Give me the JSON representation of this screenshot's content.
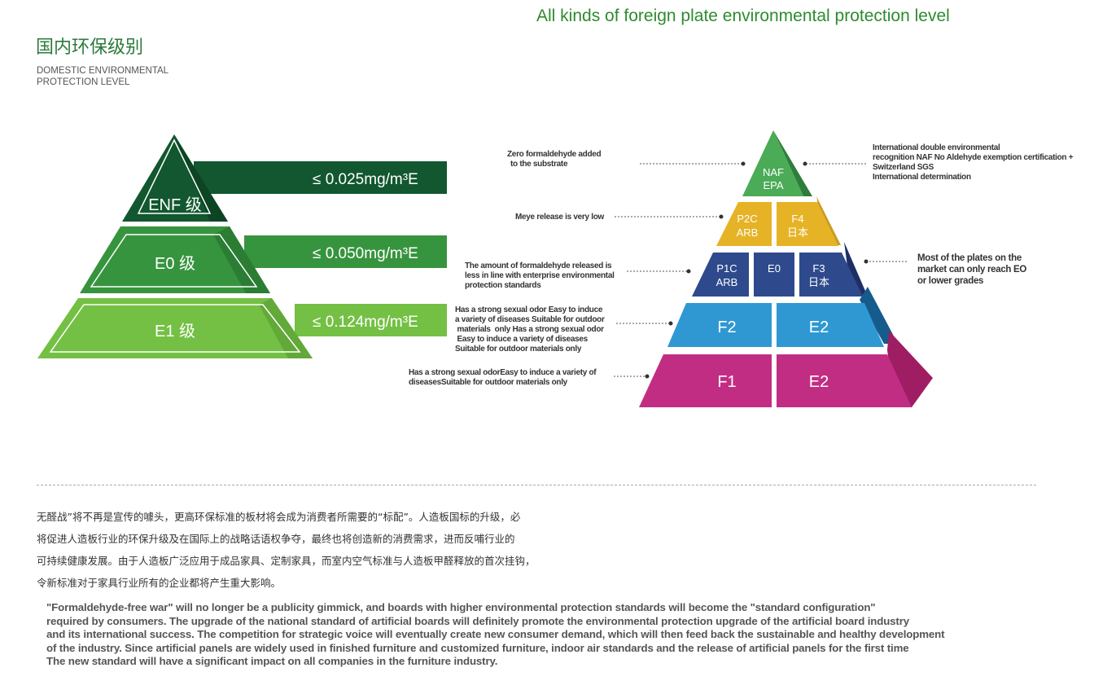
{
  "header": {
    "title": "All kinds of foreign plate environmental protection level"
  },
  "domestic": {
    "title_cn": "国内环保级别",
    "title_en_line1": "DOMESTIC ENVIRONMENTAL",
    "title_en_line2": "PROTECTION LEVEL",
    "levels": [
      {
        "label": "ENF 级",
        "limit": "≤ 0.025mg/m³E",
        "color": "#12572f"
      },
      {
        "label": "E0 级",
        "limit": "≤ 0.050mg/m³E",
        "color": "#37943e"
      },
      {
        "label": "E1 级",
        "limit": "≤ 0.124mg/m³E",
        "color": "#74c044"
      }
    ]
  },
  "foreign": {
    "tiers": {
      "naf": "NAF",
      "epa": "EPA",
      "p2c": "P2C",
      "arb1": "ARB",
      "f4": "F4",
      "riben1": "日本",
      "p1c": "P1C",
      "arb2": "ARB",
      "e0": "E0",
      "f3": "F3",
      "riben2": "日本",
      "f2": "F2",
      "e2a": "E2",
      "f1": "F1",
      "e2b": "E2"
    },
    "notes_left": [
      [
        "Zero formaldehyde added",
        "to the substrate"
      ],
      [
        "Meye release is very low"
      ],
      [
        "The amount of formaldehyde released is",
        "less in line with enterprise environmental",
        "protection standards"
      ],
      [
        "Has a strong sexual odor Easy to induce",
        "a variety of diseases Suitable for outdoor",
        " materials  only Has a strong sexual odor",
        " Easy to induce a variety of diseases",
        "Suitable for outdoor materials only"
      ],
      [
        "Has a strong sexual odorEasy to induce a variety of",
        "diseasesSuitable for outdoor materials only"
      ]
    ],
    "notes_right": [
      [
        "International double environmental",
        "recognition NAF No Aldehyde exemption certification +",
        "Switzerland SGS",
        "International determination"
      ],
      [
        "Most of the plates on the",
        "market can only reach EO",
        "or lower grades"
      ]
    ]
  },
  "body": {
    "cn_lines": [
      "无醛战”将不再是宣传的噱头，更高环保标准的板材将会成为消费者所需要的“标配”。人造板国标的升级，必",
      "将促进人造板行业的环保升级及在国际上的战略话语权争夺，最终也将创造新的消费需求，进而反哺行业的",
      "可持续健康发展。由于人造板广泛应用于成品家具、定制家具，而室内空气标准与人造板甲醛释放的首次挂钩，",
      "令新标准对于家具行业所有的企业都将产生重大影响。"
    ],
    "en_lines": [
      "\"Formaldehyde-free war\" will no longer be a publicity gimmick, and boards with higher environmental protection standards will become the \"standard configuration\"",
      "required by consumers. The upgrade of the national standard of artificial boards will definitely promote the environmental protection upgrade of the artificial board industry",
      "and its international success. The competition for strategic voice will eventually create new consumer demand, which will then feed back the sustainable and healthy development",
      "of the industry. Since artificial panels are widely used in finished furniture and customized furniture, indoor air standards and the release of artificial panels for the first time",
      "The new standard will have a significant impact on all companies in the furniture industry."
    ]
  }
}
